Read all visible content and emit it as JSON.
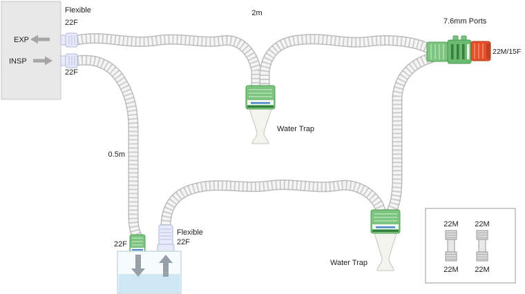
{
  "diagram": {
    "ventilator": {
      "exp": "EXP",
      "insp": "INSP"
    },
    "labels": {
      "flexible_exp": "Flexible",
      "exp_size": "22F",
      "insp_size": "22F",
      "top_length": "2m",
      "left_length": "0.5m",
      "ports": "7.6mm Ports",
      "patient_connector": "22M/15F",
      "water_trap_top": "Water Trap",
      "water_trap_bottom": "Water Trap",
      "humidifier_inlet_size": "22F",
      "humidifier_outlet_flexible": "Flexible",
      "humidifier_outlet_size": "22F"
    },
    "legend": {
      "adapters": [
        {
          "top": "22M",
          "bottom": "22M"
        },
        {
          "top": "22M",
          "bottom": "22M"
        }
      ]
    },
    "colors": {
      "green": "#7cc47f",
      "orange": "#e2512e",
      "lavender": "#e7eaf8",
      "water_blue": "#cfe7f5",
      "tube_gray": "#bdbdbd"
    }
  }
}
